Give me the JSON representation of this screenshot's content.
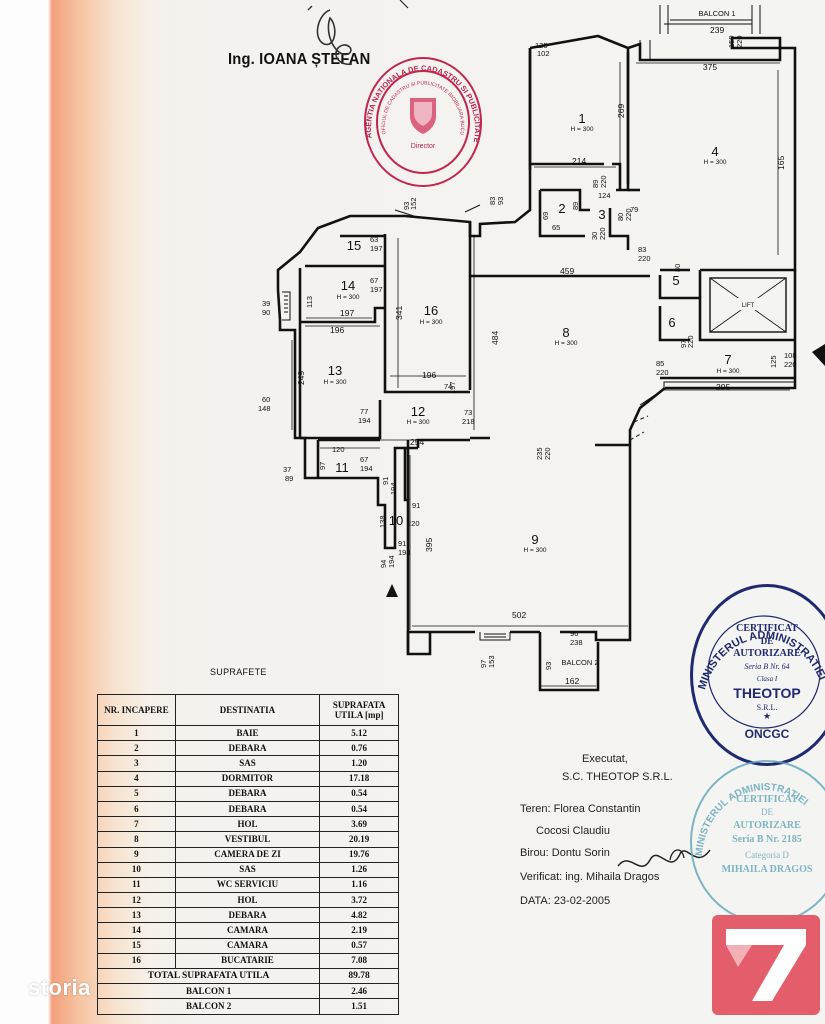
{
  "header": {
    "engineer": "Ing. IOANA ȘTEFAN"
  },
  "stamp_ancpi": {
    "ring_text": "AGENTIA NATIONALA DE CADASTRU SI PUBLICITATE IMOBILIARA",
    "inner_text": "OFICIUL DE CADASTRU SI PUBLICITATE IMOBILIARA BUCURESTI",
    "role": "Director",
    "color": "#c2264f"
  },
  "plan": {
    "balcon1": "BALCON 1",
    "balcon2": "BALCON 2",
    "lift": "LIFT",
    "rooms": [
      {
        "n": "1",
        "h": "H = 300"
      },
      {
        "n": "2",
        "h": ""
      },
      {
        "n": "3",
        "h": ""
      },
      {
        "n": "4",
        "h": "H = 300"
      },
      {
        "n": "5",
        "h": ""
      },
      {
        "n": "6",
        "h": ""
      },
      {
        "n": "7",
        "h": "H = 300"
      },
      {
        "n": "8",
        "h": "H = 300"
      },
      {
        "n": "9",
        "h": "H = 300"
      },
      {
        "n": "10",
        "h": ""
      },
      {
        "n": "11",
        "h": ""
      },
      {
        "n": "12",
        "h": "H = 300"
      },
      {
        "n": "13",
        "h": "H = 300"
      },
      {
        "n": "14",
        "h": "H = 300"
      },
      {
        "n": "15",
        "h": ""
      },
      {
        "n": "16",
        "h": "H = 300"
      }
    ],
    "dims": {
      "d239": "239",
      "d375": "375",
      "d125": "125",
      "d102": "102",
      "d150": "150",
      "d220a": "220",
      "d269": "269",
      "d165": "165",
      "d214": "214",
      "d89": "89",
      "d124": "124",
      "d220b": "220",
      "d69": "69",
      "d65": "65",
      "d89b": "89",
      "d30": "30",
      "d220c": "220",
      "d80": "80",
      "d79": "79",
      "d83": "83",
      "d220d": "220",
      "d80b": "80",
      "d220e": "220",
      "d459": "459",
      "d93": "93",
      "d152": "152",
      "d83b": "83",
      "d93b": "93",
      "d63": "63",
      "d197a": "197",
      "d67": "67",
      "d197b": "197",
      "d113": "113",
      "d39": "39",
      "d90": "90",
      "d197c": "197",
      "d196a": "196",
      "d341": "341",
      "d484": "484",
      "d97": "97",
      "d220f": "220",
      "d85": "85",
      "d220g": "220",
      "d295": "295",
      "d125b": "125",
      "d108": "108",
      "d220h": "220",
      "d249": "249",
      "d196b": "196",
      "d74": "74",
      "d197d": "197",
      "d60": "60",
      "d148": "148",
      "d77": "77",
      "d194a": "194",
      "d73": "73",
      "d218": "218",
      "d254": "254",
      "d235": "235",
      "d220i": "220",
      "d120": "120",
      "d67b": "67",
      "d194b": "194",
      "d37": "37",
      "d89c": "89",
      "d97b": "97",
      "d91": "91",
      "d194c": "194",
      "d138": "138",
      "d91b": "91",
      "d220j": "220",
      "d395": "395",
      "d94": "94",
      "d194d": "194",
      "d91c": "91",
      "d194e": "194",
      "d502": "502",
      "d96": "96",
      "d238": "238",
      "d97c": "97",
      "d153": "153",
      "d93c": "93",
      "d162": "162"
    }
  },
  "surfaces": {
    "title": "SUPRAFETE",
    "headers": {
      "nr": "NR. INCAPERE",
      "dest": "DESTINATIA",
      "surf": "SUPRAFATA UTILA [mp]"
    },
    "rows": [
      {
        "nr": "1",
        "dest": "BAIE",
        "val": "5.12"
      },
      {
        "nr": "2",
        "dest": "DEBARA",
        "val": "0.76"
      },
      {
        "nr": "3",
        "dest": "SAS",
        "val": "1.20"
      },
      {
        "nr": "4",
        "dest": "DORMITOR",
        "val": "17.18"
      },
      {
        "nr": "5",
        "dest": "DEBARA",
        "val": "0.54"
      },
      {
        "nr": "6",
        "dest": "DEBARA",
        "val": "0.54"
      },
      {
        "nr": "7",
        "dest": "HOL",
        "val": "3.69"
      },
      {
        "nr": "8",
        "dest": "VESTIBUL",
        "val": "20.19"
      },
      {
        "nr": "9",
        "dest": "CAMERA DE ZI",
        "val": "19.76"
      },
      {
        "nr": "10",
        "dest": "SAS",
        "val": "1.26"
      },
      {
        "nr": "11",
        "dest": "WC SERVICIU",
        "val": "1.16"
      },
      {
        "nr": "12",
        "dest": "HOL",
        "val": "3.72"
      },
      {
        "nr": "13",
        "dest": "DEBARA",
        "val": "4.82"
      },
      {
        "nr": "14",
        "dest": "CAMARA",
        "val": "2.19"
      },
      {
        "nr": "15",
        "dest": "CAMARA",
        "val": "0.57"
      },
      {
        "nr": "16",
        "dest": "BUCATARIE",
        "val": "7.08"
      }
    ],
    "total": {
      "label": "TOTAL SUPRAFATA UTILA",
      "val": "89.78"
    },
    "balconies": [
      {
        "label": "BALCON 1",
        "val": "2.46"
      },
      {
        "label": "BALCON 2",
        "val": "1.51"
      }
    ]
  },
  "execution": {
    "executat": "Executat,",
    "company": "S.C. THEOTOP S.R.L.",
    "teren": "Teren: Florea Constantin",
    "teren2": "Cocosi Claudiu",
    "birou": "Birou: Dontu Sorin",
    "verificat": "Verificat: ing. Mihaila Dragos",
    "data": "DATA: 23-02-2005"
  },
  "stamp_top": {
    "ring": "MINISTERUL ADMINISTRATIEI",
    "l1": "CERTIFICAT",
    "l2": "DE",
    "l3": "AUTORIZARE",
    "l4": "Seria B Nr. 64",
    "l5": "Clasa I",
    "l6": "THEOTOP",
    "l7": "S.R.L.",
    "l8": "ONCGC",
    "color": "#1f2a70"
  },
  "stamp_bottom": {
    "ring": "MINISTERUL ADMINISTRATIEI",
    "l1": "CERTIFICAT",
    "l2": "DE",
    "l3": "AUTORIZARE",
    "l4": "Seria B Nr. 2185",
    "l5": "Categoria D",
    "l6": "MIHAILA DRAGOS",
    "color": "#5fa5b8"
  },
  "watermark": "storia",
  "logo_color": "#e35d6a"
}
